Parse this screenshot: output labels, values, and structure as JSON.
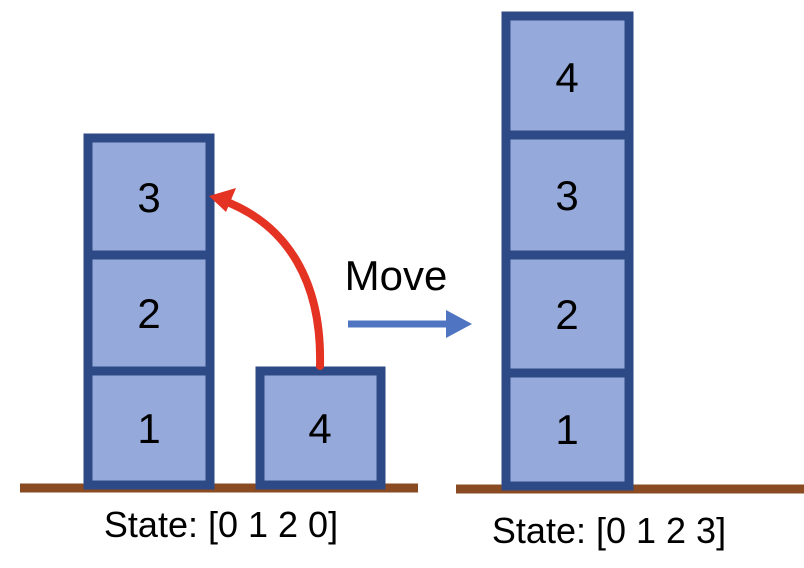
{
  "colors": {
    "block_fill": "#95A9DA",
    "block_border": "#2E4A86",
    "ground": "#8A4B23",
    "red_arrow": "#E53323",
    "blue_arrow": "#4F74C1",
    "text": "#000000"
  },
  "left_state": {
    "stack": [
      "1",
      "2",
      "3"
    ],
    "single_block": "4",
    "state_label": "State: [0 1 2 0]"
  },
  "move_label": "Move",
  "right_state": {
    "stack": [
      "1",
      "2",
      "3",
      "4"
    ],
    "state_label": "State: [0 1 2 3]"
  }
}
